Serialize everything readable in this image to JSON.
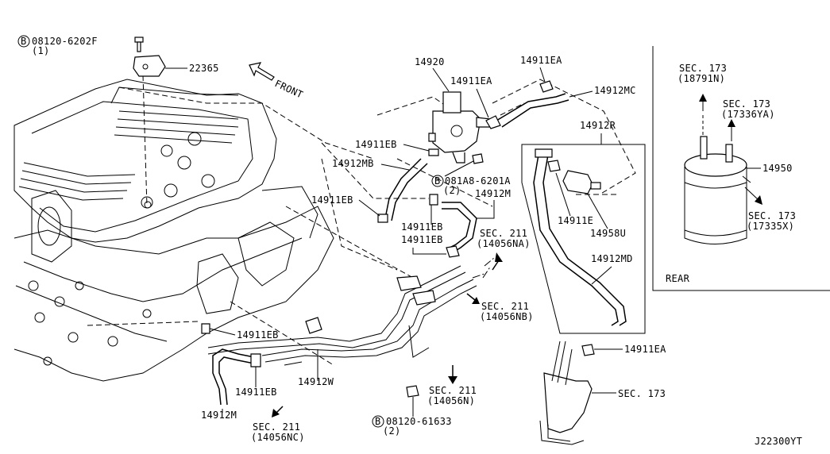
{
  "diagram_id": "J22300YT",
  "front_label": "FRONT",
  "rear_label": "REAR",
  "labels": {
    "bolt_top": "08120-6202F",
    "bolt_top_qty": "(1)",
    "p22365": "22365",
    "p14920": "14920",
    "p14911EA_a": "14911EA",
    "p14911EA_b": "14911EA",
    "p14912MC": "14912MC",
    "p14912R": "14912R",
    "p14911EB_a": "14911EB",
    "p14912MB": "14912MB",
    "p14911EB_b": "14911EB",
    "bolt_mid": "081A8-6201A",
    "bolt_mid_qty": "(2)",
    "p14912M_a": "14912M",
    "p14911EB_c": "14911EB",
    "p14911EB_d": "14911EB",
    "sec211_na": "SEC. 211",
    "sec211_na_code": "(14056NA)",
    "p14911E": "14911E",
    "p14958U": "14958U",
    "p14912MD": "14912MD",
    "sec211_nb": "SEC. 211",
    "sec211_nb_code": "(14056NB)",
    "p14911EB_e": "14911EB",
    "p14911EA_c": "14911EA",
    "p14911EB_f": "14911EB",
    "p14912W": "14912W",
    "sec211_n": "SEC. 211",
    "sec211_n_code": "(14056N)",
    "sec173_lower": "SEC. 173",
    "p14912M_b": "14912M",
    "sec211_nc": "SEC. 211",
    "sec211_nc_code": "(14056NC)",
    "bolt_low": "08120-61633",
    "bolt_low_qty": "(2)",
    "sec173_a": "SEC. 173",
    "sec173_a_code": "(18791N)",
    "sec173_b": "SEC. 173",
    "sec173_b_code": "(17336YA)",
    "p14950": "14950",
    "sec173_c": "SEC. 173",
    "sec173_c_code": "(17335X)"
  },
  "bolt_marker": "B"
}
